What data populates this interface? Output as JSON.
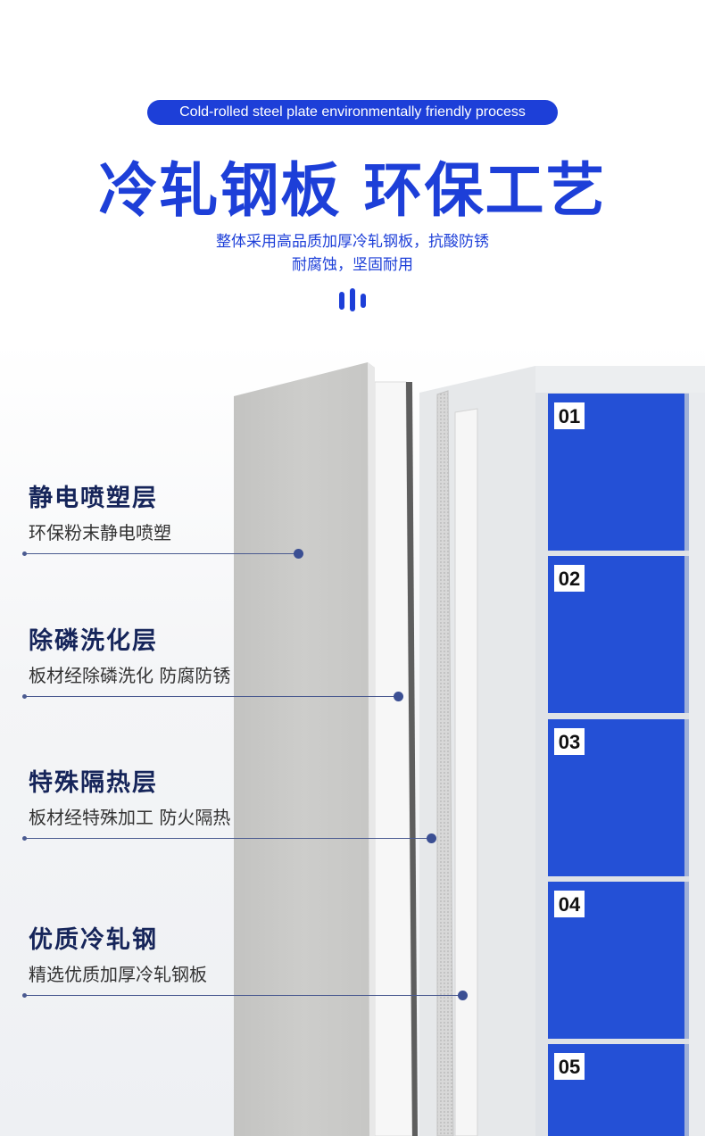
{
  "header": {
    "pill_text": "Cold-rolled steel plate environmentally friendly process",
    "title": "冷轧钢板 环保工艺",
    "subtitle_line1": "整体采用高品质加厚冷轧钢板，抗酸防锈",
    "subtitle_line2": "耐腐蚀，坚固耐用"
  },
  "features": [
    {
      "title": "静电喷塑层",
      "desc": "环保粉末静电喷塑"
    },
    {
      "title": "除磷洗化层",
      "desc": "板材经除磷洗化 防腐防锈"
    },
    {
      "title": "特殊隔热层",
      "desc": "板材经特殊加工 防火隔热"
    },
    {
      "title": "优质冷轧钢",
      "desc": "精选优质加厚冷轧钢板"
    }
  ],
  "locker": {
    "door_numbers": [
      "01",
      "02",
      "03",
      "04",
      "05"
    ]
  },
  "colors": {
    "brand_blue": "#1d3fd8",
    "door_blue": "#2450d6",
    "feature_title": "#16255a",
    "panel_gray": "#c9c9c7"
  }
}
